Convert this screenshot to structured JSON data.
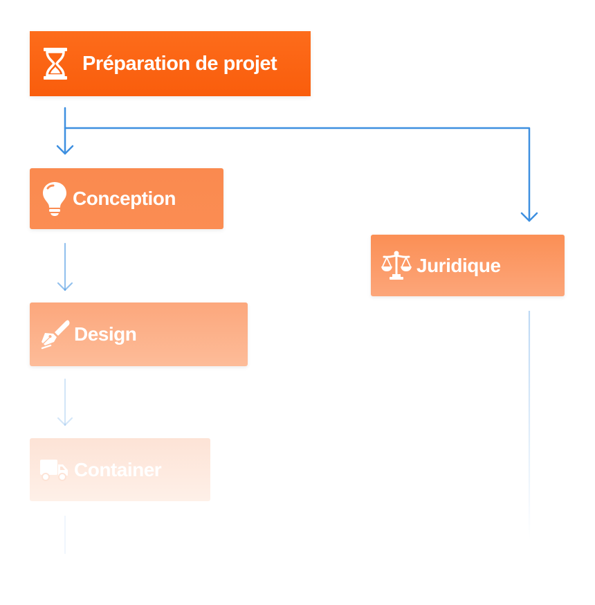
{
  "steps": {
    "prep": {
      "label": "Préparation de projet",
      "icon": "hourglass-icon"
    },
    "conception": {
      "label": "Conception",
      "icon": "lightbulb-icon"
    },
    "design": {
      "label": "Design",
      "icon": "pen-nib-icon"
    },
    "container": {
      "label": "Container",
      "icon": "truck-icon"
    },
    "juridique": {
      "label": "Juridique",
      "icon": "balance-scale-icon"
    }
  },
  "colors": {
    "accent": "#f95d0c",
    "connector": "#3d8fe0"
  }
}
